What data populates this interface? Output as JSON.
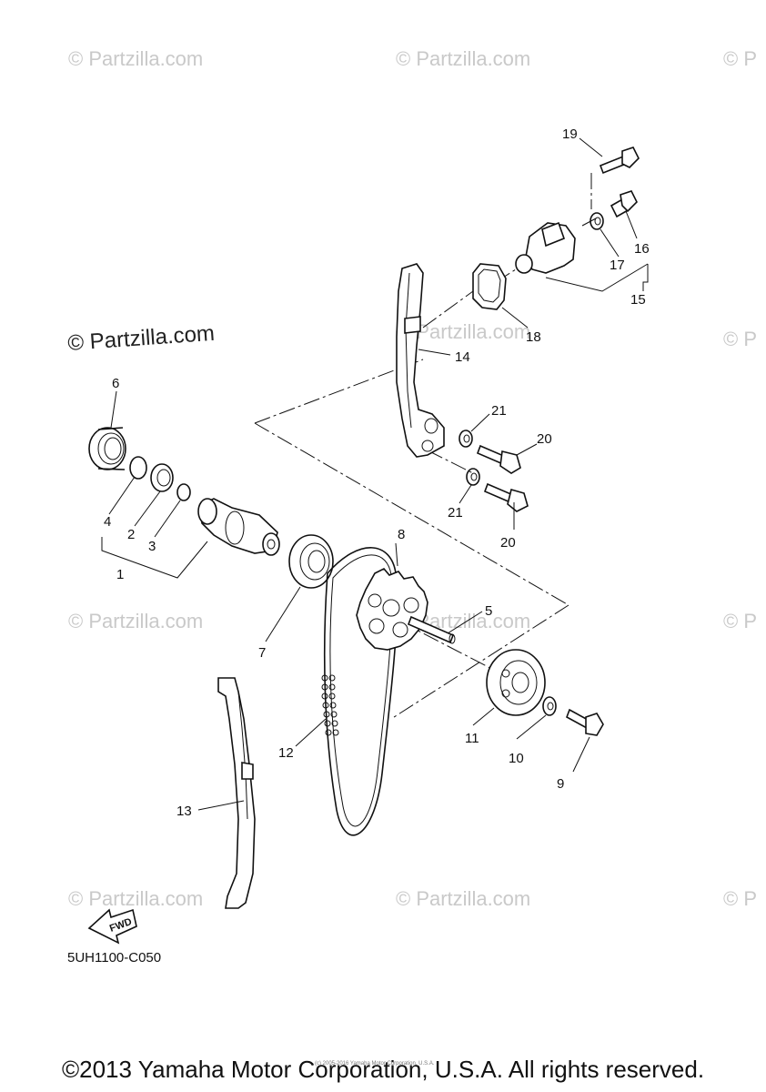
{
  "watermarks": {
    "main": "© Partzilla.com",
    "repeat": "© Partzilla.com",
    "edge": "© P"
  },
  "diagram_code": "5UH1100-C050",
  "fwd_label": "FWD",
  "small_print": "(c) 2005-2016 Yamaha Motor Corporation, U.S.A.",
  "copyright": "©2013 Yamaha Motor Corporation, U.S.A. All rights reserved.",
  "callouts": [
    "1",
    "2",
    "3",
    "4",
    "5",
    "6",
    "7",
    "8",
    "9",
    "10",
    "11",
    "12",
    "13",
    "14",
    "15",
    "16",
    "17",
    "18",
    "19",
    "20",
    "20",
    "21",
    "21"
  ]
}
